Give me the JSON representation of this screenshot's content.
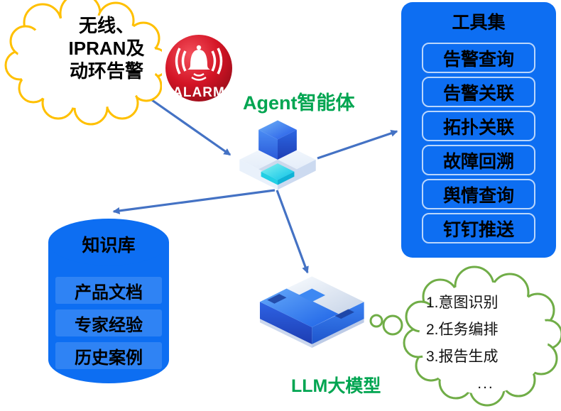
{
  "alarm_cloud": {
    "lines": [
      "无线、",
      "IPRAN及",
      "动环告警"
    ]
  },
  "alarm_icon": {
    "label": "ALARM"
  },
  "agent": {
    "label": "Agent智能体"
  },
  "toolset": {
    "title": "工具集",
    "tools": [
      "告警查询",
      "告警关联",
      "拓扑关联",
      "故障回溯",
      "舆情查询",
      "钉钉推送"
    ]
  },
  "knowledge_base": {
    "title": "知识库",
    "items": [
      "产品文档",
      "专家经验",
      "历史案例"
    ]
  },
  "llm": {
    "label": "LLM大模型"
  },
  "thought_cloud": {
    "lines": [
      "1.意图识别",
      "2.任务编排",
      "3.报告生成",
      "..."
    ]
  },
  "colors": {
    "panel_blue": "#0d6ef2",
    "item_blue": "#2f83f4",
    "arrow_blue": "#4472c4",
    "green_text": "#00a551",
    "cloud_outline_yellow": "#ffc000",
    "thought_outline_green": "#70ad47",
    "alarm_red": "#c8101f"
  }
}
